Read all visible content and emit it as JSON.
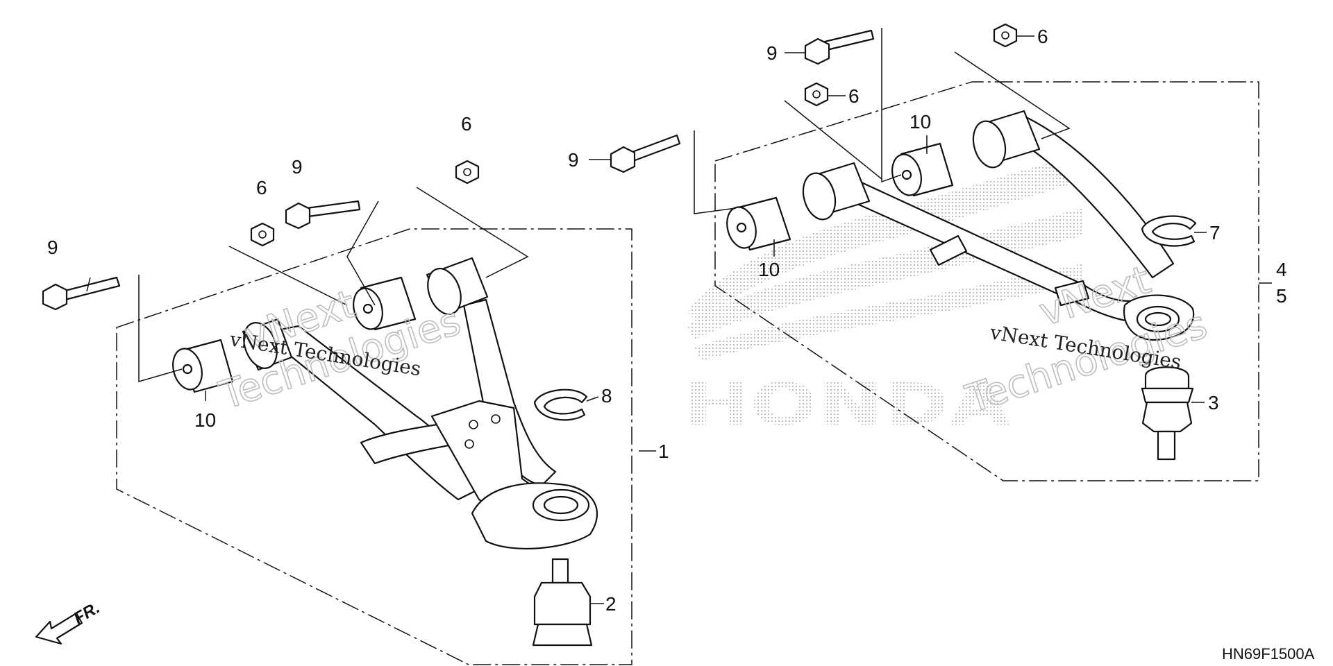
{
  "diagram_code": "HN69F1500A",
  "direction_label": "FR.",
  "watermark": {
    "text_small": "vNext Technologies",
    "text_outline_top": "vNext",
    "text_outline_bottom": "Technologies",
    "logo_text": "HONDA"
  },
  "callouts": {
    "lower_arm": "1",
    "lower_ball_joint": "2",
    "upper_ball_joint": "3",
    "upper_arm_a": "4",
    "upper_arm_b": "5",
    "nut": "6",
    "circlip_upper": "7",
    "circlip_lower": "8",
    "bolt": "9",
    "bushing": "10"
  }
}
